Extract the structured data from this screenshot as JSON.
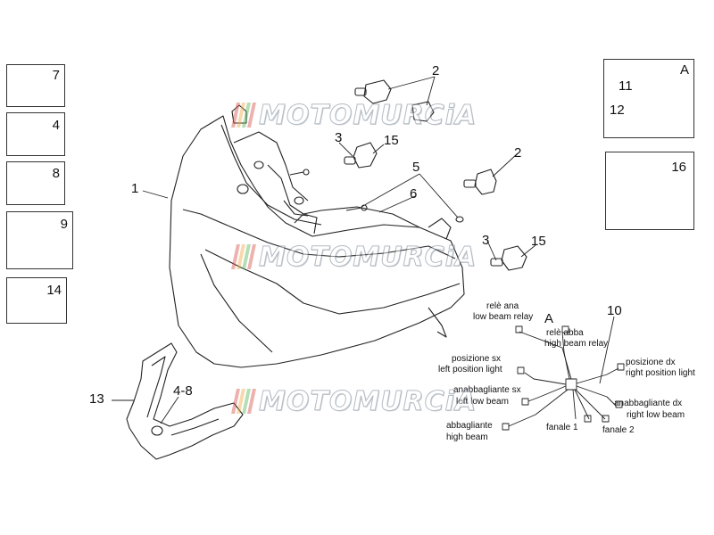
{
  "watermark": {
    "text": "MOTOMURCiA",
    "stripe_colors": [
      "#d9534f",
      "#f0ad4e",
      "#5cb85c",
      "#d9534f"
    ]
  },
  "left_boxes": [
    {
      "id": "7",
      "label": "7"
    },
    {
      "id": "4",
      "label": "4"
    },
    {
      "id": "8",
      "label": "8"
    },
    {
      "id": "9",
      "label": "9"
    },
    {
      "id": "14",
      "label": "14"
    }
  ],
  "right_boxes": {
    "box_a": {
      "letter": "A",
      "part_11": "11",
      "part_12": "12"
    },
    "box_16": {
      "label": "16"
    }
  },
  "callouts": {
    "p1": "1",
    "p2_top": "2",
    "p2_mid": "2",
    "p3_top": "3",
    "p15_top": "15",
    "p5": "5",
    "p6": "6",
    "p3_low": "3",
    "p15_low": "15",
    "p10": "10",
    "p13": "13",
    "p4_8": "4-8",
    "a_wiring": "A"
  },
  "wiring_labels": {
    "rele_ana_it": "relè ana",
    "rele_ana_en": "low beam relay",
    "rele_abba_it": "relè abba",
    "rele_abba_en": "high beam relay",
    "pos_sx_it": "posizione sx",
    "pos_sx_en": "left position light",
    "pos_dx_it": "posizione dx",
    "pos_dx_en": "right position light",
    "anab_sx_it": "anabbagliante sx",
    "anab_sx_en": "left low beam",
    "anab_dx_it": "anabbagliante dx",
    "anab_dx_en": "right low beam",
    "abba_it": "abbagliante",
    "abba_en": "high beam",
    "fanale1": "fanale 1",
    "fanale2": "fanale 2"
  }
}
